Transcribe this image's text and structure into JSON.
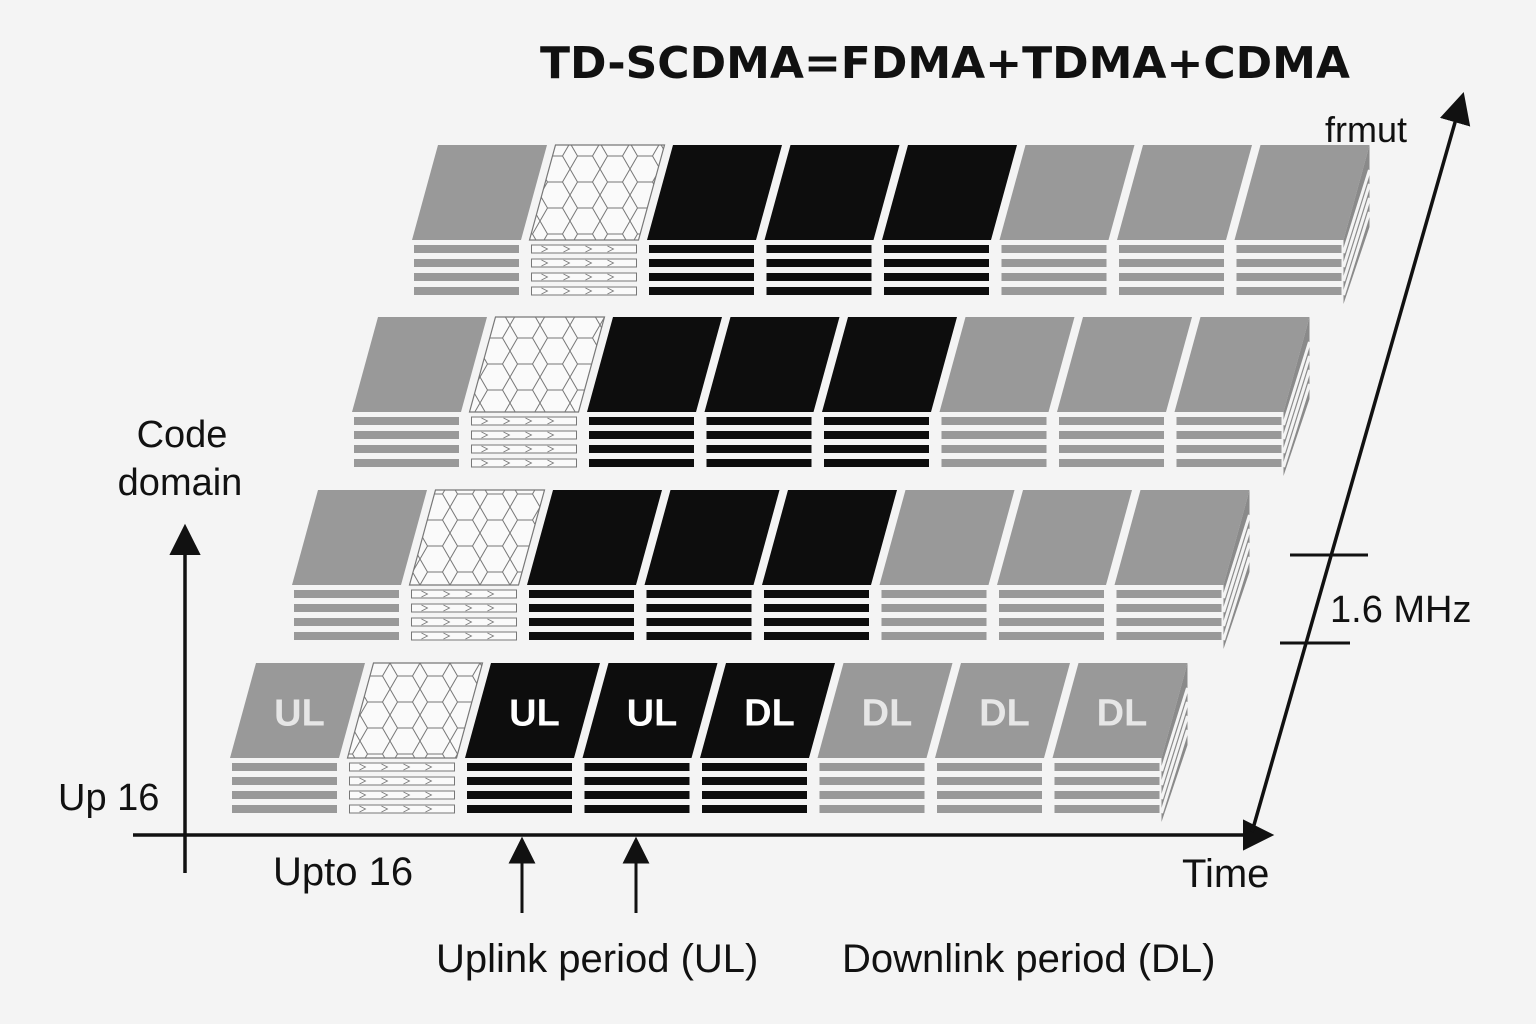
{
  "title": "TD-SCDMA=FDMA+TDMA+CDMA",
  "freq_axis_label": "frmut",
  "code_axis_label_line1": "Code",
  "code_axis_label_line2": "domain",
  "code_axis_value": "Up 16",
  "time_axis_label": "Time",
  "time_axis_value": "Upto 16",
  "bandwidth_label": "1.6 MHz",
  "uplink_caption": "Uplink period (UL)",
  "downlink_caption": "Downlink period (DL)",
  "frequency_layers": 4,
  "slots": [
    {
      "type": "gray",
      "label": "UL"
    },
    {
      "type": "hex",
      "label": ""
    },
    {
      "type": "black",
      "label": "UL"
    },
    {
      "type": "black",
      "label": "UL"
    },
    {
      "type": "black",
      "label": "DL"
    },
    {
      "type": "gray",
      "label": "DL"
    },
    {
      "type": "gray",
      "label": "DL"
    },
    {
      "type": "gray",
      "label": "DL"
    }
  ],
  "colors": {
    "gray": "#999999",
    "black": "#0d0d0d",
    "hex_bg": "#fafafa",
    "hex_line": "#777777",
    "background": "#f4f4f4",
    "gray_label": "#e6e6e6",
    "black_label": "#ffffff"
  }
}
